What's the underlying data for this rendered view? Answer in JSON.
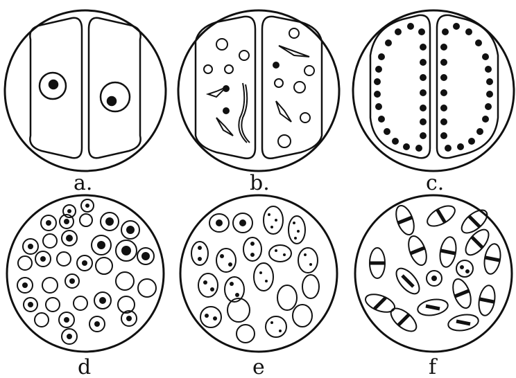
{
  "panels": [
    {
      "id": "a",
      "label": "a."
    },
    {
      "id": "b",
      "label": "b."
    },
    {
      "id": "c",
      "label": "c."
    },
    {
      "id": "d",
      "label": "d"
    },
    {
      "id": "e",
      "label": "e"
    },
    {
      "id": "f",
      "label": "f"
    }
  ],
  "colors": {
    "ink": "#111111",
    "paper": "#ffffff"
  }
}
